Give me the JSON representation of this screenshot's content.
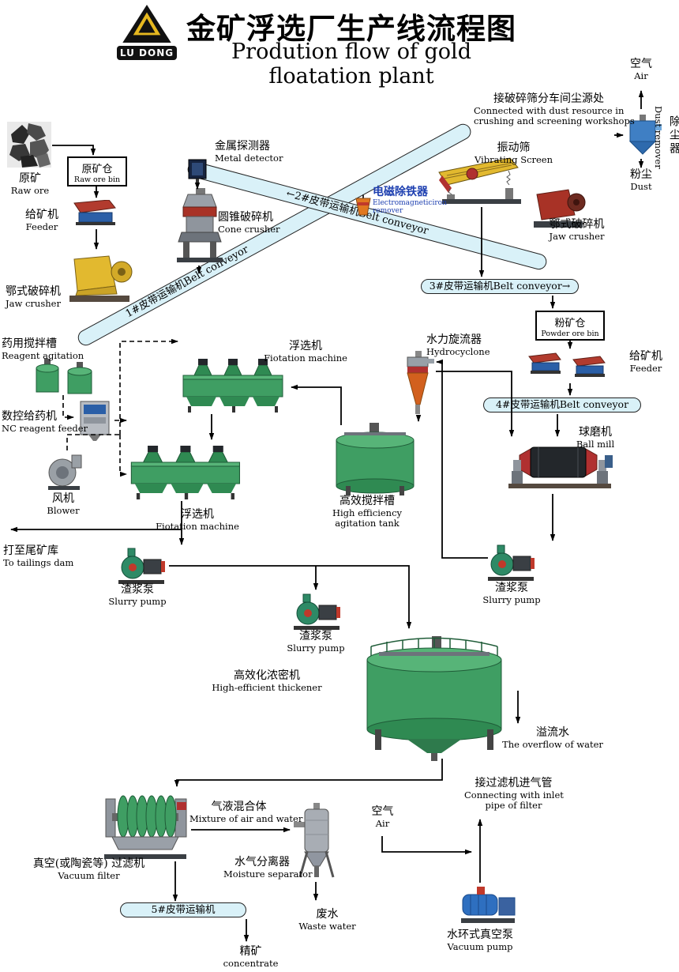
{
  "header": {
    "logo": "LU DONG",
    "title_zh": "金矿浮选厂生产线流程图",
    "title_en": "Prodution flow of gold floatation plant"
  },
  "belts": {
    "b1": "1#皮带运输机Belt conveyor",
    "b2": "←2#皮带运输机Belt conveyor",
    "b3": "3#皮带运输机Belt conveyor→",
    "b4": "4#皮带运输机Belt conveyor",
    "b5": "5#皮带运输机"
  },
  "nodes": {
    "air_top": {
      "zh": "空气",
      "en": "Air"
    },
    "dust_source": {
      "zh": "接破碎筛分车间尘源处",
      "en1": "Connected with dust resource in",
      "en2": "crushing and screening workshops"
    },
    "dust_remover": {
      "zh": "除尘器",
      "en": "Dust remover"
    },
    "dust": {
      "zh": "粉尘",
      "en": "Dust"
    },
    "raw_ore": {
      "zh": "原矿",
      "en": "Raw ore"
    },
    "raw_ore_bin": {
      "zh": "原矿仓",
      "en": "Raw ore bin"
    },
    "feeder_left": {
      "zh": "给矿机",
      "en": "Feeder"
    },
    "jaw_crusher_left": {
      "zh": "鄂式破碎机",
      "en": "Jaw crusher"
    },
    "metal_detector": {
      "zh": "金属探测器",
      "en": "Metal detector"
    },
    "cone_crusher": {
      "zh": "圆锥破碎机",
      "en": "Cone crusher"
    },
    "em_remover": {
      "zh": "电磁除铁器",
      "en1": "Electromagneticiron",
      "en2": "remover"
    },
    "vibrating_screen": {
      "zh": "振动筛",
      "en": "Vibrating Screen"
    },
    "jaw_crusher_right": {
      "zh": "鄂式破碎机",
      "en": "Jaw crusher"
    },
    "powder_bin": {
      "zh": "粉矿仓",
      "en": "Powder ore bin"
    },
    "feeder_right": {
      "zh": "给矿机",
      "en": "Feeder"
    },
    "ball_mill": {
      "zh": "球磨机",
      "en": "Ball mill"
    },
    "reagent_agitation": {
      "zh": "药用搅拌槽",
      "en": "Reagent agitation"
    },
    "nc_feeder": {
      "zh": "数控给药机",
      "en": "NC reagent feeder"
    },
    "blower": {
      "zh": "风机",
      "en": "Blower"
    },
    "flotation1": {
      "zh": "浮选机",
      "en": "Fiotation machine"
    },
    "hydrocyclone": {
      "zh": "水力旋流器",
      "en": "Hydrocyclone"
    },
    "agitation_tank": {
      "zh": "高效搅拌槽",
      "en1": "High efficiency",
      "en2": "agitation tank"
    },
    "flotation2": {
      "zh": "浮选机",
      "en": "Fiotation machine"
    },
    "tailings": {
      "zh": "打至尾矿库",
      "en": "To tailings dam"
    },
    "slurry_pump1": {
      "zh": "渣浆泵",
      "en": "Slurry pump"
    },
    "slurry_pump2": {
      "zh": "渣浆泵",
      "en": "Slurry pump"
    },
    "slurry_pump3": {
      "zh": "渣浆泵",
      "en": "Slurry pump"
    },
    "thickener": {
      "zh": "高效化浓密机",
      "en": "High-efficient thickener"
    },
    "overflow": {
      "zh": "溢流水",
      "en": "The overflow of water"
    },
    "vacuum_filter": {
      "zh": "真空(或陶瓷等) 过滤机",
      "en": "Vacuum filter"
    },
    "mixture": {
      "zh": "气液混合体",
      "en": "Mixture of air and water"
    },
    "moisture_separator": {
      "zh": "水气分离器",
      "en": "Moisture separator"
    },
    "air_bottom": {
      "zh": "空气",
      "en": "Air"
    },
    "filter_inlet": {
      "zh": "接过滤机进气管",
      "en1": "Connecting with inlet",
      "en2": "pipe of filter"
    },
    "waste_water": {
      "zh": "废水",
      "en": "Waste water"
    },
    "vacuum_pump": {
      "zh": "水环式真空泵",
      "en": "Vacuum pump"
    },
    "concentrate": {
      "zh": "精矿",
      "en": "concentrate"
    }
  },
  "colors": {
    "belt_fill": "#d9f1f8",
    "equipment_green": "#3f9e63",
    "accent_red": "#b03030",
    "accent_yellow": "#e2b92f",
    "accent_blue": "#2b5fa7",
    "em_label_blue": "#1d3fb0"
  }
}
